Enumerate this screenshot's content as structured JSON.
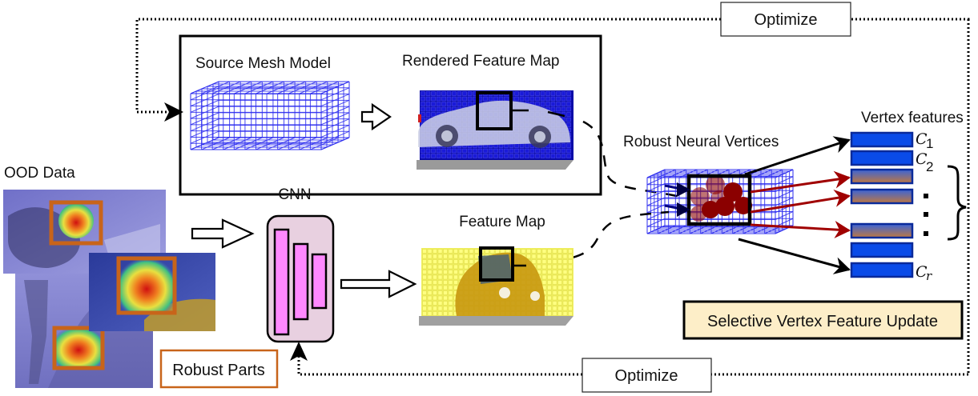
{
  "labels": {
    "source_mesh": "Source Mesh Model",
    "rendered_feature_map": "Rendered Feature Map",
    "vertex_features": "Vertex features",
    "robust_neural_vertices": "Robust Neural Vertices",
    "ood_data": "OOD Data",
    "cnn": "CNN",
    "feature_map": "Feature Map",
    "robust_parts": "Robust Parts",
    "optimize_top": "Optimize",
    "optimize_bottom": "Optimize",
    "selective_update": "Selective Vertex Feature Update"
  },
  "vertex_feature_labels": {
    "c1_base": "C",
    "c1_sub": "1",
    "c2_base": "C",
    "c2_sub": "2",
    "cr_base": "C",
    "cr_sub": "r"
  },
  "vertex_features": [
    {
      "id": "c1",
      "selected": false
    },
    {
      "id": "c2",
      "selected": false
    },
    {
      "id": "f3",
      "selected": true
    },
    {
      "id": "f4",
      "selected": true
    },
    {
      "id": "f5",
      "selected": true
    },
    {
      "id": "f6",
      "selected": false
    },
    {
      "id": "cr",
      "selected": false
    }
  ],
  "colors": {
    "mesh_blue": "#2a2aee",
    "feature_blue": "#0a4be8",
    "feature_border": "#0a2a9a",
    "selected_top": "#3a64d8",
    "selected_bottom": "#c07840",
    "red_arrow": "#a00000",
    "cnn_bg": "#e8d0e0",
    "cnn_layer": "#ff88ff",
    "orange_box": "#c8641a",
    "update_bg": "#fdeec8",
    "yellow_cell": "#f0f060",
    "vertex_blob": "#8b0000"
  }
}
